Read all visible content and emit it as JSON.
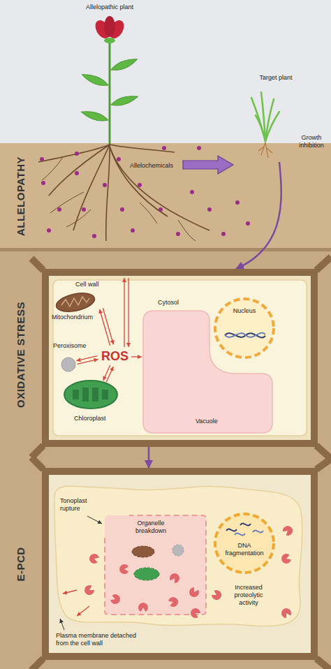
{
  "diagram": {
    "nodes": [
      {
        "text": [
          "Target plant",
          "Growth inhibition"
        ]
      },
      {
        "text": [
          "ALLELOPATHY"
        ]
      },
      {
        "text": [
          "OXIDATIVE STRESS"
        ]
      },
      {
        "text": [
          "E-PCD"
        ]
      }
    ],
    "edges": [
      {
        "from": 0,
        "to": 2,
        "arrow": "to"
      },
      {
        "from": 2,
        "to": 3,
        "arrow": "to"
      }
    ],
    "labels": [
      "Allelopathic plant",
      "Allelochemicals",
      "Cell wall",
      "Cytosol",
      "Mitochondrium",
      "Nucleus",
      "Peroxisome",
      "ROS",
      "Chloroplast",
      "Vacuole",
      "Tonoplast rupture",
      "Organelle breakdown",
      "DNA fragmentation",
      "Increased proteolytic activity",
      "Plasma membrane detached from the cell wall"
    ]
  }
}
